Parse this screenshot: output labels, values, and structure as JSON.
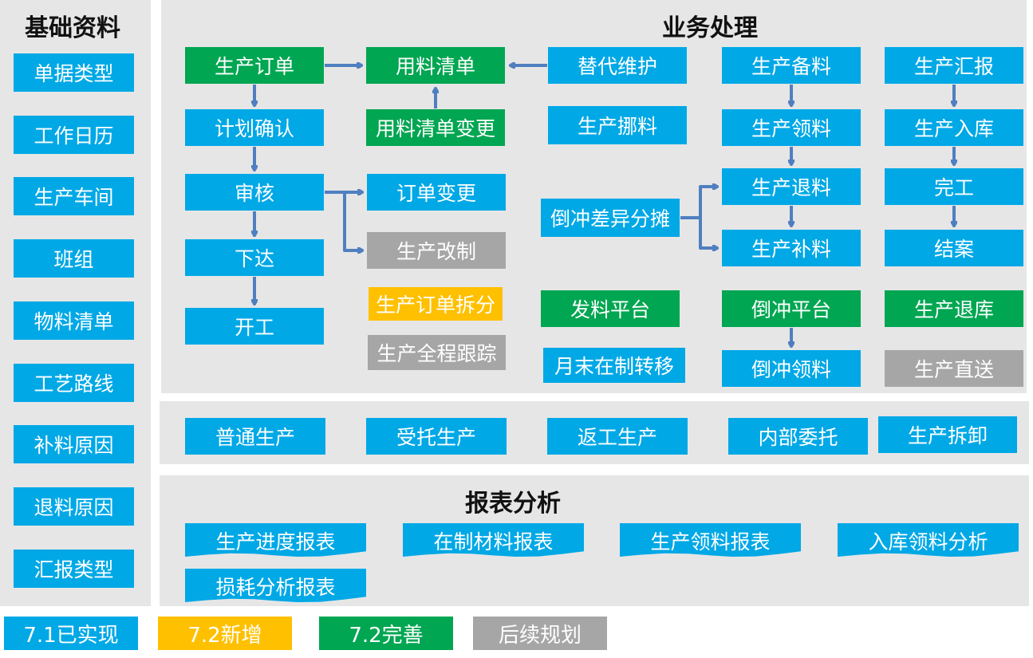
{
  "basic_data": {
    "title": "基础资料",
    "items": [
      "单据类型",
      "工作日历",
      "生产车间",
      "班组",
      "物料清单",
      "工艺路线",
      "补料原因",
      "退料原因",
      "汇报类型"
    ]
  },
  "business": {
    "title": "业务处理",
    "production_order": "生产订单",
    "material_list": "用料清单",
    "substitute_maintenance": "替代维护",
    "material_list_change": "用料清单变更",
    "plan_confirm": "计划确认",
    "audit": "审核",
    "release": "下达",
    "start": "开工",
    "order_change": "订单变更",
    "production_rework": "生产改制",
    "order_split": "生产订单拆分",
    "full_tracking": "生产全程跟踪",
    "material_transfer": "生产挪料",
    "backflush_variance": "倒冲差异分摊",
    "issuing_platform": "发料平台",
    "month_end_wip": "月末在制转移",
    "prep": "生产备料",
    "picking": "生产领料",
    "returning": "生产退料",
    "supplement": "生产补料",
    "backflush_platform": "倒冲平台",
    "backflush_picking": "倒冲领料",
    "report": "生产汇报",
    "stock_in": "生产入库",
    "complete": "完工",
    "close": "结案",
    "stock_return": "生产退库",
    "direct_delivery": "生产直送"
  },
  "production_types": [
    "普通生产",
    "受托生产",
    "返工生产",
    "内部委托",
    "生产拆卸"
  ],
  "reports": {
    "title": "报表分析",
    "items": [
      "生产进度报表",
      "在制材料报表",
      "生产领料报表",
      "入库领料分析",
      "损耗分析报表"
    ]
  },
  "legend": [
    {
      "label": "7.1已实现",
      "color": "#00a8e6"
    },
    {
      "label": "7.2新增",
      "color": "#ffc000"
    },
    {
      "label": "7.2完善",
      "color": "#00a651"
    },
    {
      "label": "后续规划",
      "color": "#a6a6a6"
    }
  ],
  "colors": {
    "blue": "#00a8e6",
    "green": "#00a651",
    "yellow": "#ffc000",
    "gray": "#a6a6a6",
    "arrow": "#4f7fc0",
    "panel": "#e6e6e6"
  }
}
